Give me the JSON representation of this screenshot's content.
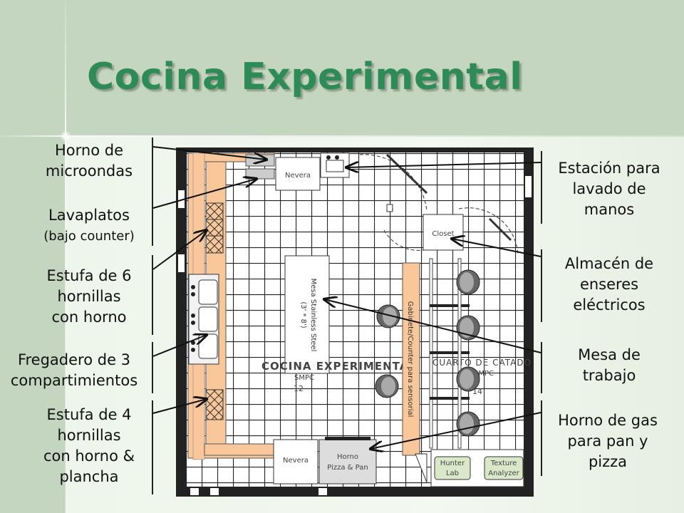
{
  "title": "Cocina Experimental",
  "colors": {
    "title": "#2e8b57",
    "counter": "#f9c79a",
    "grid_line": "#222222",
    "equipment_fill": "#d9e8c8"
  },
  "labels_left": {
    "microwave": {
      "line1": "Horno de",
      "line2": "microondas"
    },
    "dishwasher": {
      "line1": "Lavaplatos",
      "sub": "(bajo counter)"
    },
    "stove6": {
      "line1": "Estufa de 6",
      "line2": "hornillas",
      "line3": "con horno"
    },
    "sink3": {
      "line1": "Fregadero de 3",
      "line2": "compartimientos"
    },
    "stove4": {
      "line1": "Estufa de 4",
      "line2": "hornillas",
      "line3": "con horno &",
      "line4": "plancha"
    }
  },
  "labels_right": {
    "handwash": {
      "line1": "Estación para",
      "line2": "lavado de",
      "line3": "manos"
    },
    "storage": {
      "line1": "Almacén de",
      "line2": "enseres",
      "line3": "eléctricos"
    },
    "worktable": {
      "line1": "Mesa de",
      "line2": "trabajo"
    },
    "gas_oven": {
      "line1": "Horno de gas",
      "line2": "para pan y",
      "line3": "pizza"
    }
  },
  "plan": {
    "fridge_top": "Nevera",
    "fridge_bottom": "Nevera",
    "closet": "Closet",
    "steel_table": {
      "line1": "Mesa Stainless Steel",
      "line2": "(3' * 8')"
    },
    "cabinet": "Gabinete/Counter para sensorial",
    "oven": {
      "line1": "Horno",
      "line2": "Pizza & Pan"
    },
    "hunter_lab": {
      "line1": "Hunter",
      "line2": "Lab"
    },
    "texture_analyzer": {
      "line1": "Texture",
      "line2": "Analyzer"
    },
    "room_kitchen": "COCINA EXPERIMENTAL",
    "room_kitchen_num": "12",
    "room_kitchen_code": "SMPC",
    "room_tasting": "CUARTO DE CATADO",
    "room_tasting_num": "14",
    "room_tasting_code": "SMPC"
  }
}
